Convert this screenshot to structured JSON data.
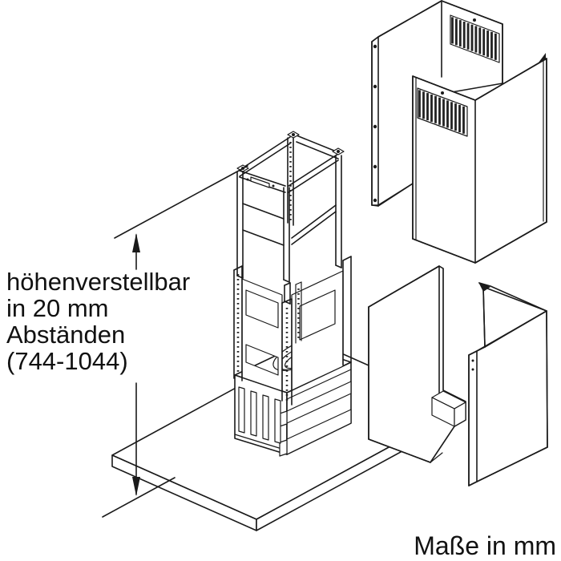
{
  "annotations": {
    "height_label_line1": "höhenverstellbar",
    "height_label_line2": "in 20 mm",
    "height_label_line3": "Abständen",
    "height_label_line4": "(744-1044)",
    "units_caption": "Maße in mm"
  },
  "dimension": {
    "property": "height-adjustable",
    "step_mm": 20,
    "range_mm": [
      744,
      1044
    ]
  },
  "colors": {
    "line": "#1a1a1a",
    "background": "#ffffff",
    "grille_bars": "#222222"
  },
  "parts": [
    "upper chimney cover section with vent slots (back half)",
    "upper chimney cover section with vent slots (front half)",
    "telescopic support frame (upper, with bolt holes)",
    "lower support frame with perforated height-adjustment posts",
    "hood body with round duct connector",
    "lower chimney cover panel (left half)",
    "lower chimney cover panel (right half, flange with screw holes)",
    "base plate"
  ]
}
